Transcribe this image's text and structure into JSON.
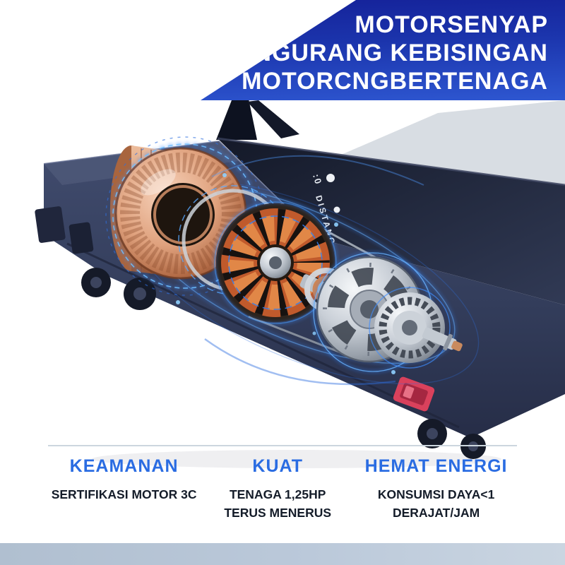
{
  "banner": {
    "line1": "MOTORSENYAP",
    "line2": "PENGURANG KEBISINGAN",
    "line3": "MOTORCNGBERTENAGA"
  },
  "deck_display": {
    "value": ":0",
    "label": "DISTANC"
  },
  "features": [
    {
      "title": "KEAMANAN",
      "lines": [
        "SERTIFIKASI MOTOR 3C",
        ""
      ]
    },
    {
      "title": "KUAT",
      "lines": [
        "TENAGA 1,25HP",
        "TERUS MENERUS"
      ]
    },
    {
      "title": "HEMAT ENERGI",
      "lines": [
        "KONSUMSI DAYA<1",
        "DERAJAT/JAM"
      ]
    }
  ],
  "colors": {
    "banner_gradient_top": "#141f96",
    "banner_gradient_bottom": "#2e57d1",
    "feature_title_blue": "#2a6ce2",
    "feature_text_dark": "#141c29",
    "footer_bar": "#b9c6d4",
    "switch_red": "#d9415c",
    "copper": "#dfa17d",
    "glow_blue": "#3f8dff"
  }
}
